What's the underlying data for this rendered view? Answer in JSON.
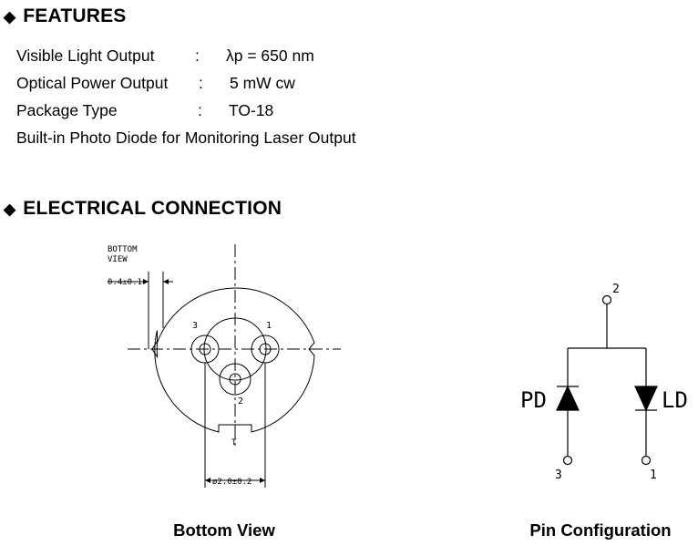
{
  "features": {
    "heading": "FEATURES",
    "rows": [
      {
        "label": "Visible Light Output",
        "sep": ":",
        "value": "λp = 650 nm"
      },
      {
        "label": "Optical Power Output",
        "sep": ":",
        "value": "5 mW cw"
      },
      {
        "label": "Package Type",
        "sep": ":",
        "value": "TO-18"
      }
    ],
    "note": "Built-in Photo Diode for Monitoring Laser Output"
  },
  "electrical": {
    "heading": "ELECTRICAL CONNECTION",
    "bottom_view": {
      "view_label_line1": "BOTTOM",
      "view_label_line2": "VIEW",
      "dim_offset": "0.4±0.1",
      "dim_pitch": "ø2.0±0.2",
      "pin_labels": {
        "pin1": "1",
        "pin2": "2",
        "pin3": "3"
      },
      "tab_mark": "T",
      "caption": "Bottom View"
    },
    "pin_config": {
      "pin_top": "2",
      "pin_left": "3",
      "pin_right": "1",
      "pd_label": "PD",
      "ld_label": "LD",
      "caption": "Pin Configuration"
    }
  }
}
